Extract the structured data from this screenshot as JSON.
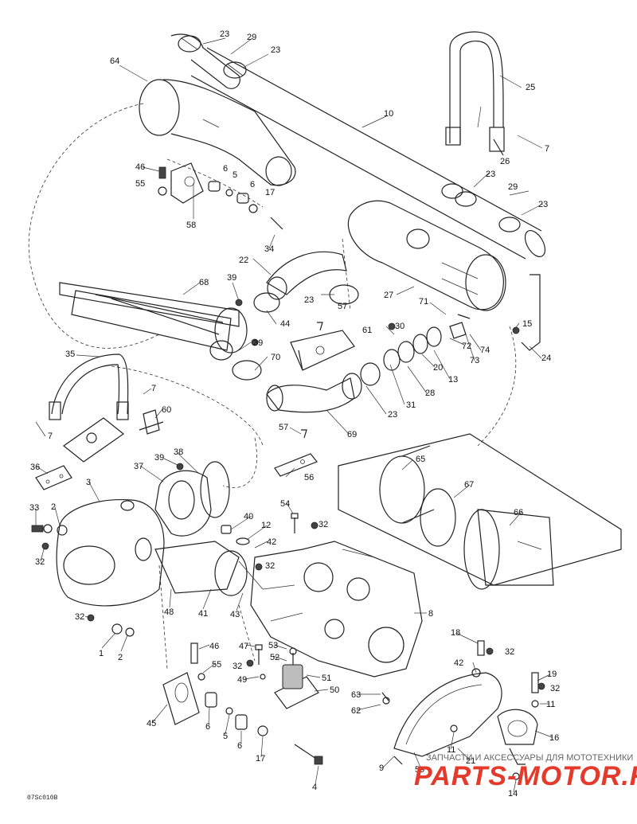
{
  "diagram": {
    "drawing_code": "07Sc010B",
    "callouts": [
      {
        "id": "c23a",
        "text": "23"
      },
      {
        "id": "c29a",
        "text": "29"
      },
      {
        "id": "c23b",
        "text": "23"
      },
      {
        "id": "c64",
        "text": "64"
      },
      {
        "id": "c25",
        "text": "25"
      },
      {
        "id": "c10",
        "text": "10"
      },
      {
        "id": "c7a",
        "text": "7"
      },
      {
        "id": "c26",
        "text": "26"
      },
      {
        "id": "c46a",
        "text": "46"
      },
      {
        "id": "c6a",
        "text": "6"
      },
      {
        "id": "c5a",
        "text": "5"
      },
      {
        "id": "c55a",
        "text": "55"
      },
      {
        "id": "c6b",
        "text": "6"
      },
      {
        "id": "c17a",
        "text": "17"
      },
      {
        "id": "c23c",
        "text": "23"
      },
      {
        "id": "c29b",
        "text": "29"
      },
      {
        "id": "c23d",
        "text": "23"
      },
      {
        "id": "c58",
        "text": "58"
      },
      {
        "id": "c34",
        "text": "34"
      },
      {
        "id": "c22",
        "text": "22"
      },
      {
        "id": "c68",
        "text": "68"
      },
      {
        "id": "c39a",
        "text": "39"
      },
      {
        "id": "c23e",
        "text": "23"
      },
      {
        "id": "c57a",
        "text": "57"
      },
      {
        "id": "c27",
        "text": "27"
      },
      {
        "id": "c71",
        "text": "71"
      },
      {
        "id": "c15",
        "text": "15"
      },
      {
        "id": "c44",
        "text": "44"
      },
      {
        "id": "c30",
        "text": "30"
      },
      {
        "id": "c61",
        "text": "61"
      },
      {
        "id": "c72",
        "text": "72"
      },
      {
        "id": "c74",
        "text": "74"
      },
      {
        "id": "c24",
        "text": "24"
      },
      {
        "id": "c35",
        "text": "35"
      },
      {
        "id": "c39b",
        "text": "39"
      },
      {
        "id": "c70",
        "text": "70"
      },
      {
        "id": "c73",
        "text": "73"
      },
      {
        "id": "c13",
        "text": "13"
      },
      {
        "id": "c20",
        "text": "20"
      },
      {
        "id": "c28",
        "text": "28"
      },
      {
        "id": "c7b",
        "text": "7"
      },
      {
        "id": "c31",
        "text": "31"
      },
      {
        "id": "c60",
        "text": "60"
      },
      {
        "id": "c23f",
        "text": "23"
      },
      {
        "id": "c7c",
        "text": "7"
      },
      {
        "id": "c69",
        "text": "69"
      },
      {
        "id": "c57b",
        "text": "57"
      },
      {
        "id": "c36",
        "text": "36"
      },
      {
        "id": "c39c",
        "text": "39"
      },
      {
        "id": "c38",
        "text": "38"
      },
      {
        "id": "c65",
        "text": "65"
      },
      {
        "id": "c37",
        "text": "37"
      },
      {
        "id": "c56",
        "text": "56"
      },
      {
        "id": "c3",
        "text": "3"
      },
      {
        "id": "c67",
        "text": "67"
      },
      {
        "id": "c33",
        "text": "33"
      },
      {
        "id": "c2a",
        "text": "2"
      },
      {
        "id": "c54",
        "text": "54"
      },
      {
        "id": "c66",
        "text": "66"
      },
      {
        "id": "c40",
        "text": "40"
      },
      {
        "id": "c32a",
        "text": "32"
      },
      {
        "id": "c12",
        "text": "12"
      },
      {
        "id": "c32b",
        "text": "32"
      },
      {
        "id": "c42a",
        "text": "42"
      },
      {
        "id": "c32c",
        "text": "32"
      },
      {
        "id": "c48",
        "text": "48"
      },
      {
        "id": "c41",
        "text": "41"
      },
      {
        "id": "c43",
        "text": "43"
      },
      {
        "id": "c8",
        "text": "8"
      },
      {
        "id": "c32d",
        "text": "32"
      },
      {
        "id": "c18",
        "text": "18"
      },
      {
        "id": "c1",
        "text": "1"
      },
      {
        "id": "c2b",
        "text": "2"
      },
      {
        "id": "c46b",
        "text": "46"
      },
      {
        "id": "c47",
        "text": "47"
      },
      {
        "id": "c53",
        "text": "53"
      },
      {
        "id": "c32e",
        "text": "32"
      },
      {
        "id": "c55b",
        "text": "55"
      },
      {
        "id": "c32f",
        "text": "32"
      },
      {
        "id": "c52",
        "text": "52"
      },
      {
        "id": "c42b",
        "text": "42"
      },
      {
        "id": "c19",
        "text": "19"
      },
      {
        "id": "c32g",
        "text": "32"
      },
      {
        "id": "c49",
        "text": "49"
      },
      {
        "id": "c51",
        "text": "51"
      },
      {
        "id": "c50",
        "text": "50"
      },
      {
        "id": "c63",
        "text": "63"
      },
      {
        "id": "c11a",
        "text": "11"
      },
      {
        "id": "c45",
        "text": "45"
      },
      {
        "id": "c6c",
        "text": "6"
      },
      {
        "id": "c5b",
        "text": "5"
      },
      {
        "id": "c62",
        "text": "62"
      },
      {
        "id": "c16",
        "text": "16"
      },
      {
        "id": "c6d",
        "text": "6"
      },
      {
        "id": "c11b",
        "text": "11"
      },
      {
        "id": "c21",
        "text": "21"
      },
      {
        "id": "c17b",
        "text": "17"
      },
      {
        "id": "c9",
        "text": "9"
      },
      {
        "id": "c59",
        "text": "59"
      },
      {
        "id": "c4",
        "text": "4"
      },
      {
        "id": "c14",
        "text": "14"
      }
    ]
  },
  "watermark": {
    "caption": "ЗАПЧАСТИ И АКСЕССУАРЫ ДЛЯ МОТОТЕХНИКИ",
    "brand": "PARTS-MOTOR.RU",
    "brand_color": "#e43a2c"
  }
}
